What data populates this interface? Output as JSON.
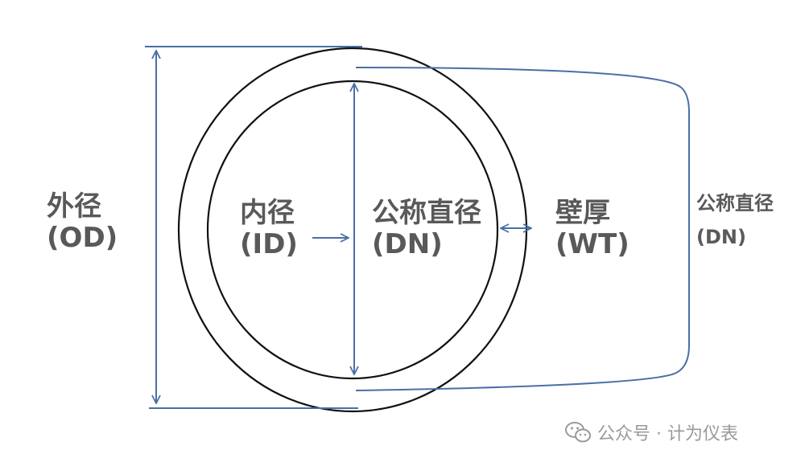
{
  "labels": {
    "od": {
      "line1": "外径",
      "line2": "(OD)"
    },
    "id": {
      "line1": "内径",
      "line2": "(ID)"
    },
    "dn": {
      "line1": "公称直径",
      "line2": "(DN)"
    },
    "wt": {
      "line1": "壁厚",
      "line2": "(WT)"
    },
    "dn_side": {
      "line1": "公称直径",
      "line2": "(DN)"
    }
  },
  "watermark": {
    "icon": "wechat-icon",
    "text": "公众号 · 计为仪表"
  },
  "colors": {
    "line": "#4a6fa5",
    "circle": "#111111",
    "text": "#595959",
    "watermark": "#9a9a9a"
  }
}
